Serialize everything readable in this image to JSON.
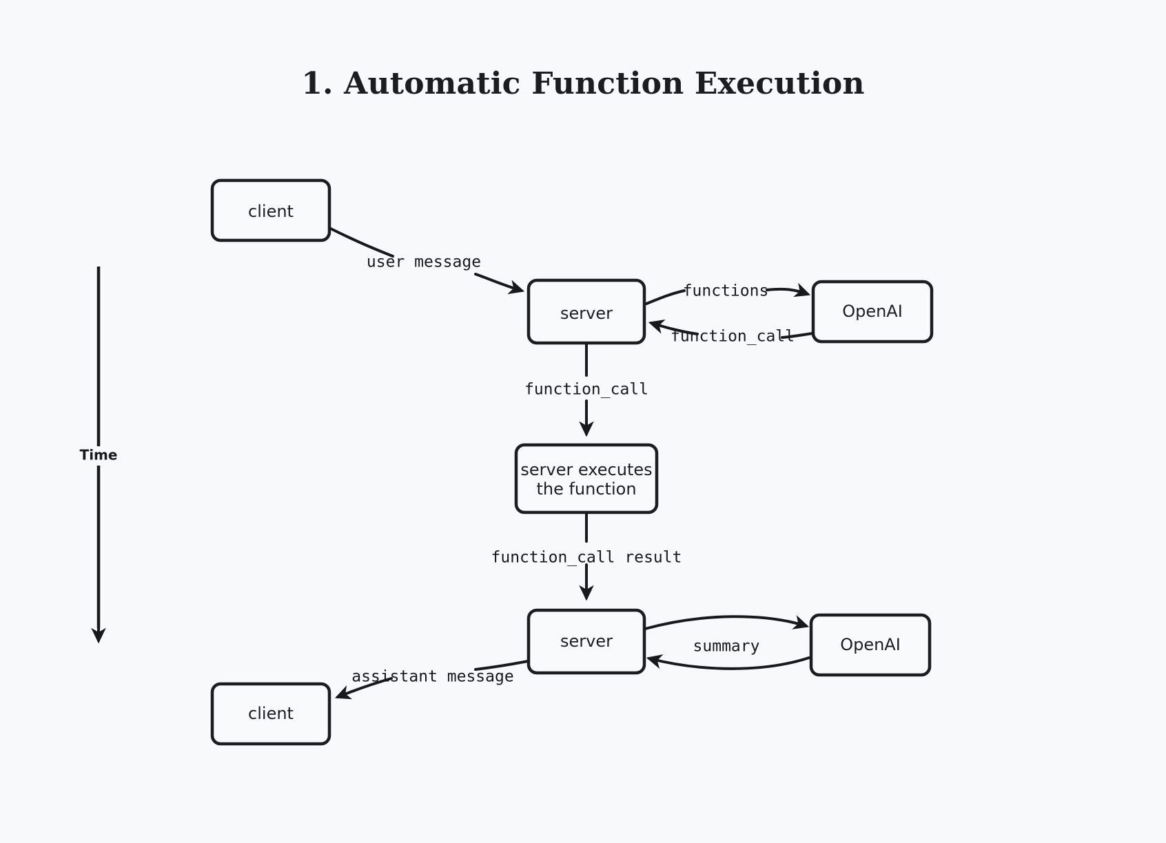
{
  "page": {
    "title": "1. Automatic Function Execution",
    "background_color": "#f7f9fa",
    "ink_color": "#17191d"
  },
  "axis": {
    "label": "Time",
    "direction": "downward"
  },
  "nodes": {
    "client_top": "client",
    "server_top": "server",
    "openai_top": "OpenAI",
    "executor_line1": "server executes",
    "executor_line2": "the function",
    "server_bottom": "server",
    "openai_bottom": "OpenAI",
    "client_bottom": "client"
  },
  "edges": {
    "user_message": "user message",
    "functions": "functions",
    "function_call_return": "function_call",
    "function_call_down": "function_call",
    "function_call_result": "function_call result",
    "summary": "summary",
    "assistant_message": "assistant message"
  },
  "diagram_data": {
    "type": "sequence-flow",
    "steps": [
      {
        "from": "client",
        "to": "server",
        "label": "user message"
      },
      {
        "from": "server",
        "to": "OpenAI",
        "label": "functions"
      },
      {
        "from": "OpenAI",
        "to": "server",
        "label": "function_call"
      },
      {
        "from": "server",
        "to": "server executes the function",
        "label": "function_call"
      },
      {
        "from": "server executes the function",
        "to": "server",
        "label": "function_call result"
      },
      {
        "from": "server",
        "to": "OpenAI",
        "label": ""
      },
      {
        "from": "OpenAI",
        "to": "server",
        "label": "summary"
      },
      {
        "from": "server",
        "to": "client",
        "label": "assistant message"
      }
    ]
  }
}
